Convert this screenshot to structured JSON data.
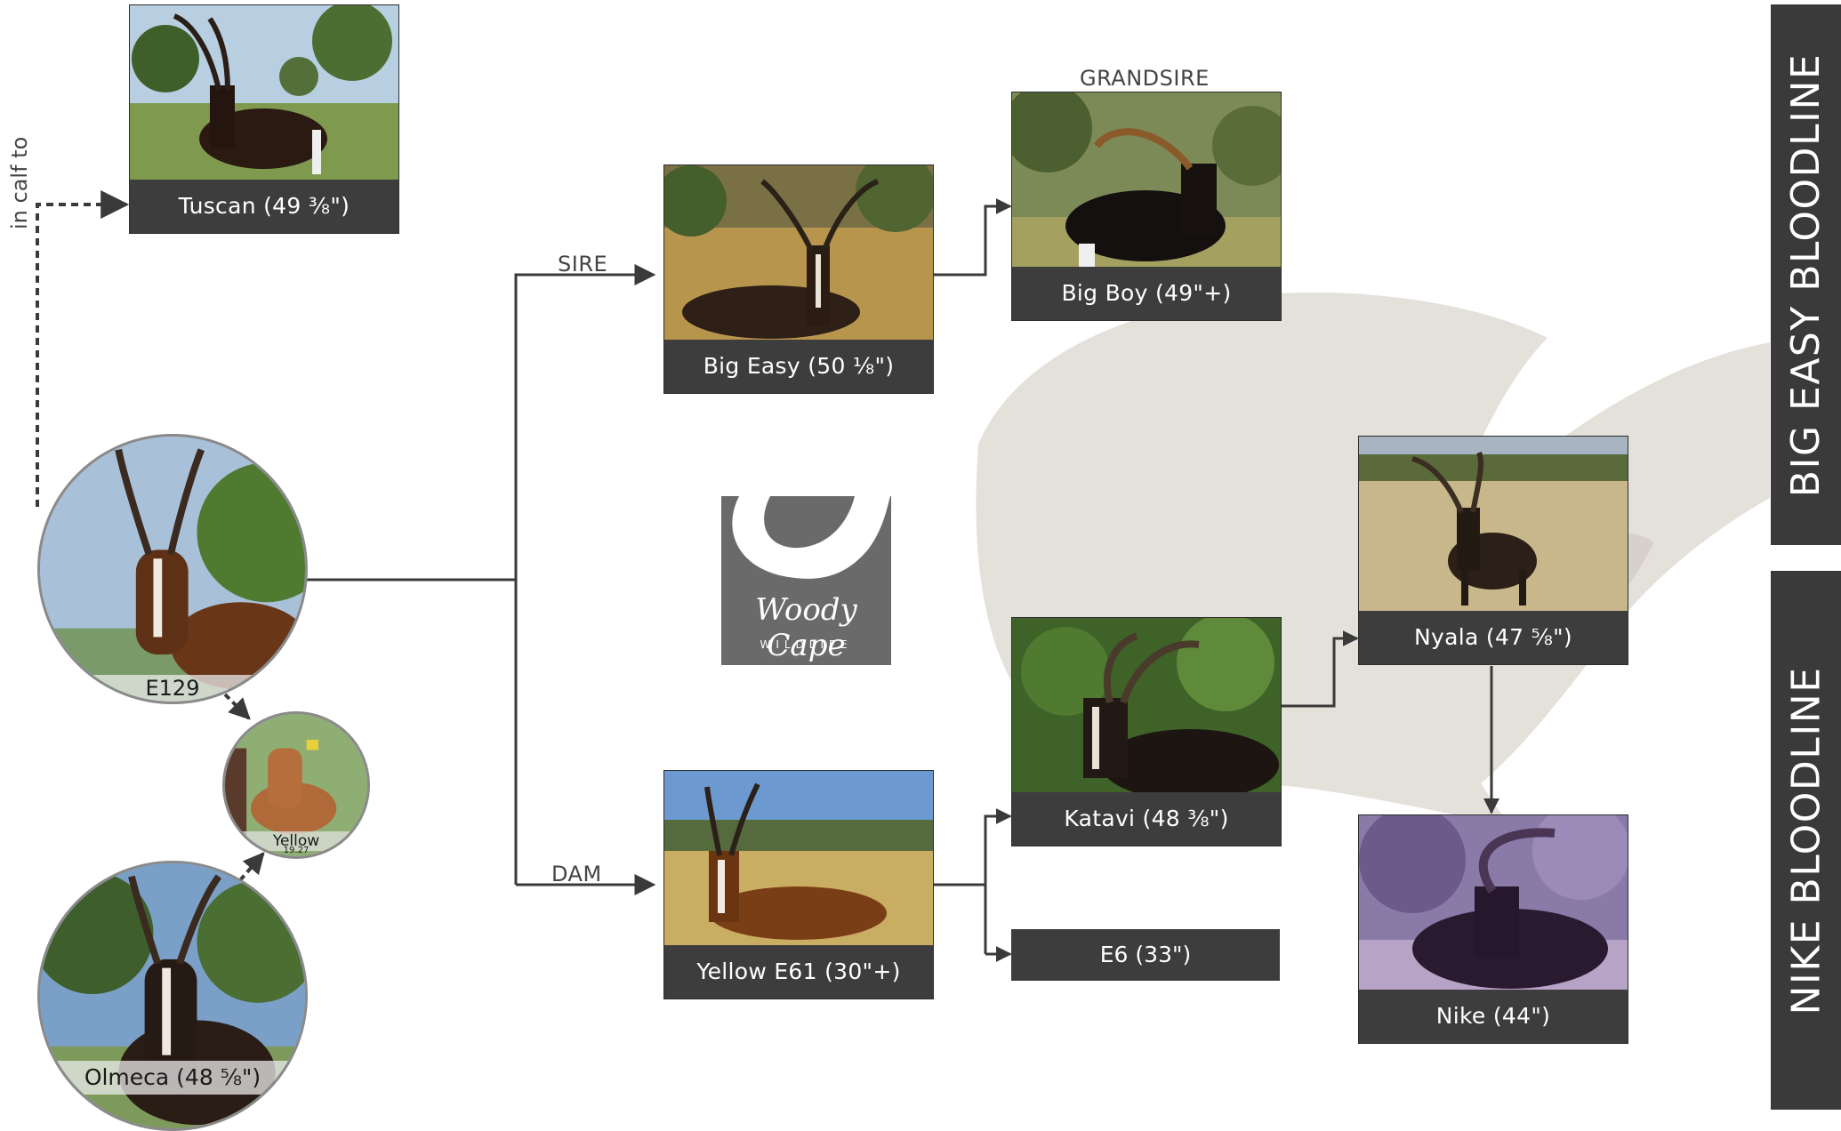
{
  "side_labels": {
    "big_easy": "BIG EASY BLOODLINE",
    "nike": "NIKE BLOODLINE"
  },
  "annotations": {
    "in_calf_to": "in calf to",
    "sire": "SIRE",
    "dam": "DAM",
    "grandsire": "GRANDSIRE"
  },
  "animals": {
    "tuscan": "Tuscan (49 ⅜\")",
    "big_easy": "Big Easy (50 ⅛\")",
    "big_boy": "Big Boy (49\"+)",
    "nyala": "Nyala (47 ⅝\")",
    "katavi": "Katavi (48 ⅜\")",
    "yellow_e61": "Yellow E61 (30\"+)",
    "e6": "E6 (33\")",
    "nike": "Nike (44\")",
    "e129": "E129",
    "yellow_calf": "Yellow",
    "yellow_calf_tag": "19.27",
    "olmeca": "Olmeca (48 ⅝\")"
  },
  "brand": {
    "name": "Woody Cape",
    "tagline": "WILDLIFE"
  },
  "colors": {
    "label_bg": "#3d3d3d",
    "connector": "#3a3a3a",
    "watermark": "#e4e1db"
  }
}
